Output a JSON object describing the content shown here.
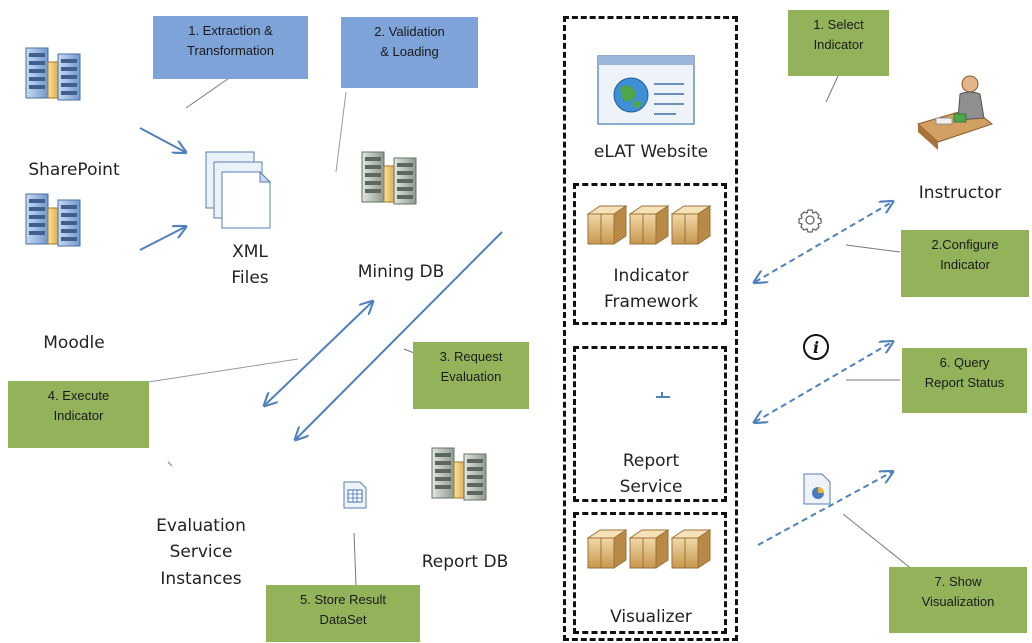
{
  "labels": {
    "sharepoint": "SharePoint",
    "moodle": "Moodle",
    "xml_files": "XML\nFiles",
    "mining_db": "Mining DB",
    "elat_website": "eLAT Website",
    "indicator_framework": "Indicator\nFramework",
    "report_service": "Report\nService",
    "visualizer": "Visualizer",
    "instructor": "Instructor",
    "evaluation_instances": "Evaluation\nService\nInstances",
    "report_db": "Report DB"
  },
  "steps": {
    "extraction": "1. Extraction &\nTransformation",
    "validation": "2. Validation\n& Loading",
    "select_indicator": "1. Select\nIndicator",
    "configure_indicator": "2.Configure\nIndicator",
    "request_evaluation": "3. Request\nEvaluation",
    "execute_indicator": "4. Execute\nIndicator",
    "store_result": "5. Store Result\nDataSet",
    "query_report": "6. Query\nReport Status",
    "show_visualization": "7. Show\nVisualization"
  },
  "colors": {
    "blue_box": "#7ea3d9",
    "green_box": "#93b35a",
    "arrow": "#4f81bd",
    "dashed_border": "#111111"
  },
  "icons": [
    "server-icon",
    "xml-document-icon",
    "website-icon",
    "package-icon",
    "instructor-icon",
    "gear-icon",
    "info-icon",
    "dataset-icon",
    "report-icon"
  ]
}
